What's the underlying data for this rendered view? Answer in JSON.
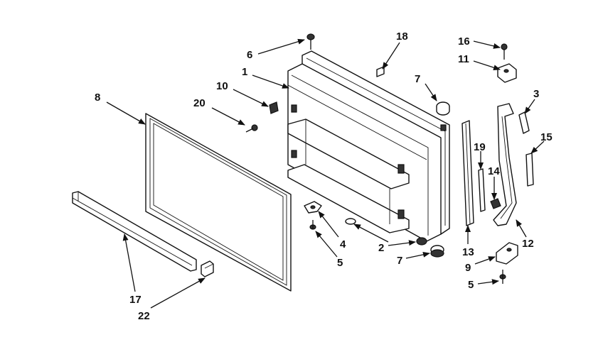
{
  "callouts": [
    {
      "id": "c6",
      "text": "6"
    },
    {
      "id": "c1",
      "text": "1"
    },
    {
      "id": "c18",
      "text": "18"
    },
    {
      "id": "c10",
      "text": "10"
    },
    {
      "id": "c20",
      "text": "20"
    },
    {
      "id": "c8",
      "text": "8"
    },
    {
      "id": "c7a",
      "text": "7"
    },
    {
      "id": "c16",
      "text": "16"
    },
    {
      "id": "c11",
      "text": "11"
    },
    {
      "id": "c3",
      "text": "3"
    },
    {
      "id": "c15",
      "text": "15"
    },
    {
      "id": "c19",
      "text": "19"
    },
    {
      "id": "c14",
      "text": "14"
    },
    {
      "id": "c4",
      "text": "4"
    },
    {
      "id": "c5a",
      "text": "5"
    },
    {
      "id": "c2",
      "text": "2"
    },
    {
      "id": "c7b",
      "text": "7"
    },
    {
      "id": "c13",
      "text": "13"
    },
    {
      "id": "c12",
      "text": "12"
    },
    {
      "id": "c9",
      "text": "9"
    },
    {
      "id": "c5b",
      "text": "5"
    },
    {
      "id": "c17",
      "text": "17"
    },
    {
      "id": "c22",
      "text": "22"
    }
  ]
}
